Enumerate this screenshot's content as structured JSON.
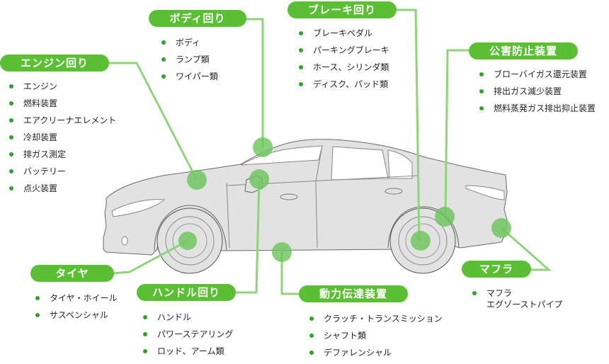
{
  "title": "自動車の部位別点検項目",
  "colors": {
    "accent": "#5bbf34",
    "connector": "#8fd47a",
    "marker": "#6cc45a",
    "bullet": "#2ea32a",
    "car_body": "#e2e2e2",
    "car_outline": "#666666"
  },
  "groups": [
    {
      "id": "engine",
      "label": "エンジン回り",
      "items": [
        "エンジン",
        "燃料装置",
        "エアクリーナエレメント",
        "冷却装置",
        "排ガス測定",
        "バッテリー",
        "点火装置"
      ]
    },
    {
      "id": "body",
      "label": "ボディ回り",
      "items": [
        "ボディ",
        "ランプ類",
        "ワイパー類"
      ]
    },
    {
      "id": "brake",
      "label": "ブレーキ回り",
      "items": [
        "ブレーキペダル",
        "パーキングブレーキ",
        "ホース、シリンダ類",
        "ディスク、パッド類"
      ]
    },
    {
      "id": "emission",
      "label": "公害防止装置",
      "items": [
        "ブローバイガス還元装置",
        "排出ガス減少装置",
        "燃料蒸発ガス排出抑止装置"
      ]
    },
    {
      "id": "tire",
      "label": "タイヤ",
      "items": [
        "タイヤ・ホイール",
        "サスペンシャル"
      ]
    },
    {
      "id": "steering",
      "label": "ハンドル回り",
      "items": [
        "ハンドル",
        "パワーステアリング",
        "ロッド、アーム類"
      ]
    },
    {
      "id": "drivetrain",
      "label": "動力伝達装置",
      "items": [
        "クラッチ・トランスミッション",
        "シャフト類",
        "デファレンシャル"
      ]
    },
    {
      "id": "muffler",
      "label": "マフラ",
      "items": [
        "マフラ\nエグゾーストパイプ"
      ]
    }
  ]
}
